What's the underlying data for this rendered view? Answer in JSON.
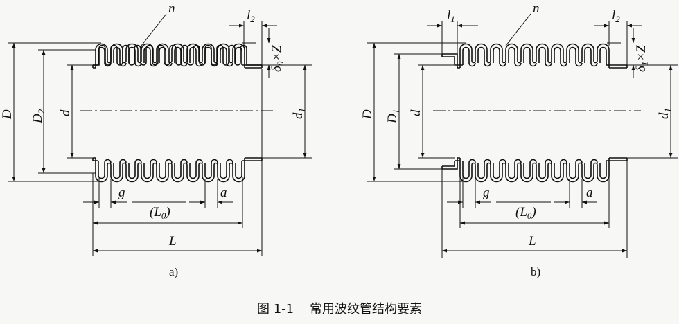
{
  "figure_a": {
    "n": "n",
    "l2": "l",
    "l2_sub": "2",
    "delta0_z": "δ",
    "delta0_sub": "0",
    "delta0_tail": "×Z",
    "D": "D",
    "D2": "D",
    "D2_sub": "2",
    "d": "d",
    "d1": "d",
    "d1_sub": "1",
    "g": "g",
    "L0": "(L",
    "L0_sub": "0",
    "L0_tail": ")",
    "a": "a",
    "L": "L",
    "caption": "a)"
  },
  "figure_b": {
    "n": "n",
    "l1": "l",
    "l1_sub": "1",
    "l2": "l",
    "l2_sub": "2",
    "delta1_z": "δ",
    "delta1_sub": "1",
    "delta1_tail": "×Z",
    "D": "D",
    "D1": "D",
    "D1_sub": "1",
    "d": "d",
    "d1": "d",
    "d1_sub": "1",
    "g": "g",
    "L0": "(L",
    "L0_sub": "0",
    "L0_tail": ")",
    "a": "a",
    "L": "L",
    "caption": "b)"
  },
  "figure_caption": "图 1-1    常用波纹管结构要素"
}
